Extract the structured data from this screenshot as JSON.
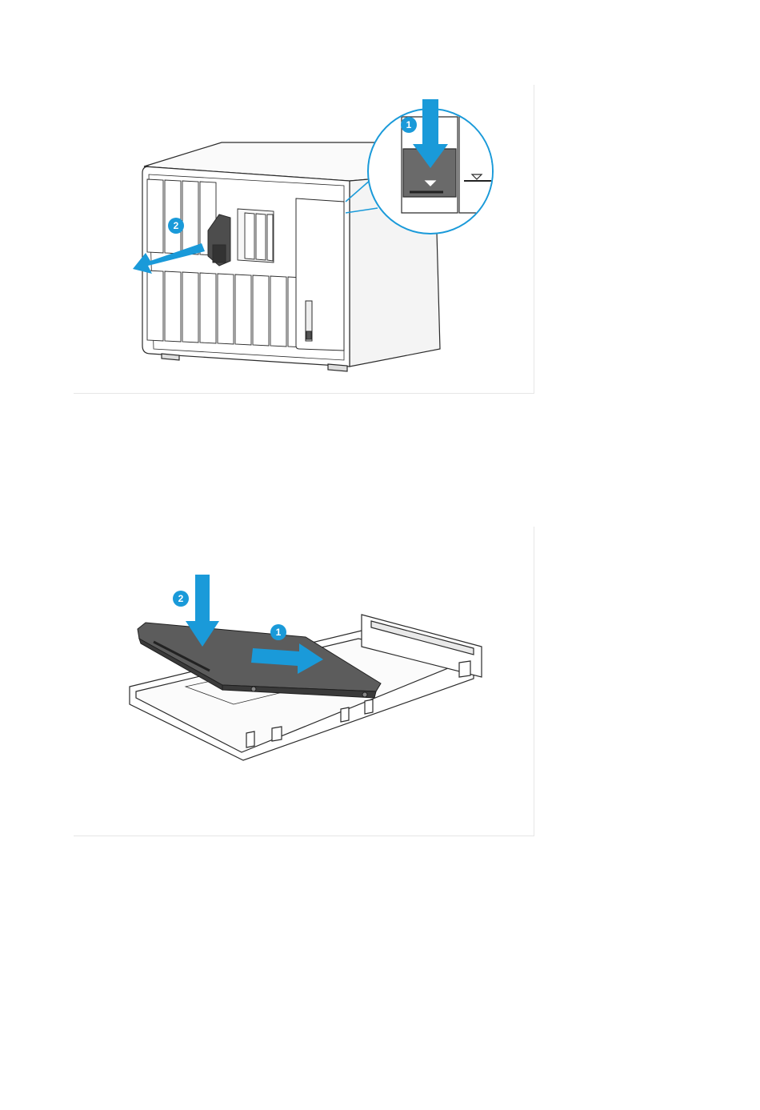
{
  "colors": {
    "accent": "#1a9ad9",
    "line": "#2b2b2b",
    "drive": "#5c5c5c",
    "drive_dark": "#3a3a3a"
  },
  "figure_1": {
    "step_1": "1",
    "step_2": "2"
  },
  "figure_2": {
    "step_1": "1",
    "step_2": "2"
  }
}
